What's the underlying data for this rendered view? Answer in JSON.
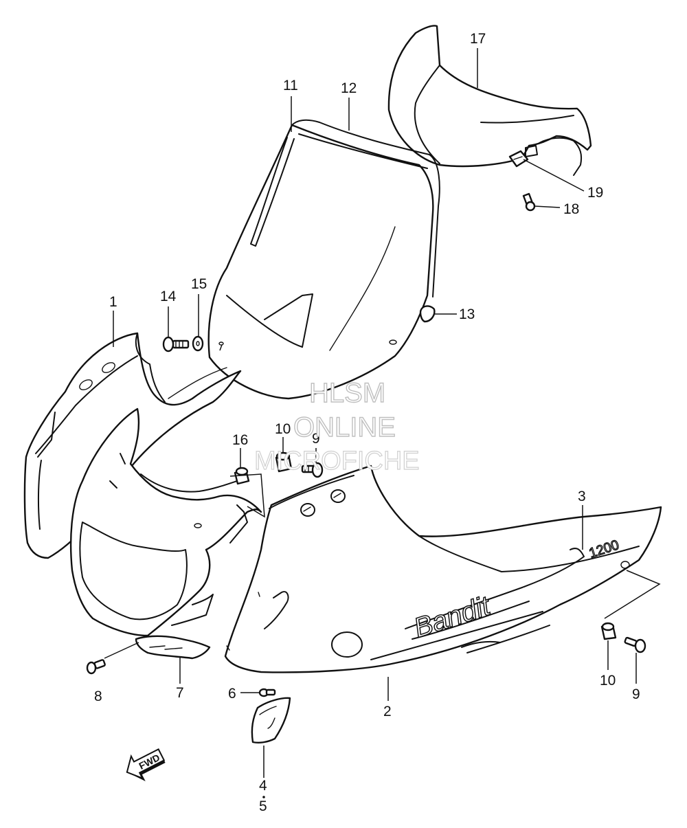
{
  "callouts": {
    "c1": "1",
    "c2": "2",
    "c3": "3",
    "c4": "4",
    "c5": "5",
    "c6": "6",
    "c7": "7",
    "c8": "8",
    "c9a": "9",
    "c9b": "9",
    "c10a": "10",
    "c10b": "10",
    "c11": "11",
    "c12": "12",
    "c13": "13",
    "c14": "14",
    "c15": "15",
    "c16": "16",
    "c17": "17",
    "c18": "18",
    "c19": "19"
  },
  "watermark": {
    "line1": "HLSM",
    "line2": "ONLINE",
    "line3": "MICROFICHE"
  },
  "fwd_arrow": {
    "label": "FWD"
  },
  "logo_script": "Bandit",
  "logo_number": "1200",
  "colors": {
    "line": "#111111",
    "background": "#ffffff",
    "watermark_stroke": "#bfbfbf"
  }
}
